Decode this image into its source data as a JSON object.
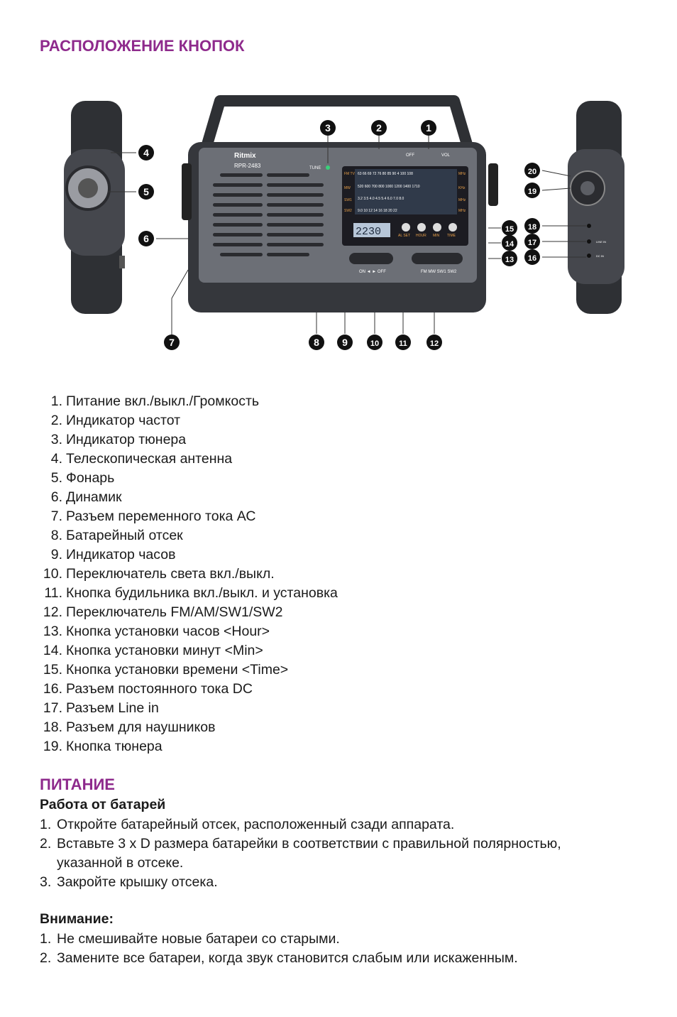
{
  "section1_title": "РАСПОЛОЖЕНИЕ КНОПОК",
  "radio": {
    "brand": "Ritmix",
    "model": "RPR-2483",
    "tune_label": "TUNE",
    "off_label": "OFF",
    "vol_label": "VOL",
    "display": "2230",
    "band_labels": [
      "FM TV",
      "MW",
      "SW1",
      "SW2"
    ],
    "band_units": [
      "MHz",
      "KHz",
      "MHz",
      "MHz"
    ],
    "scale_fm": "63 66 69 72 76 80 85 90 4 100 108",
    "scale_mw": "520 600 700 800 1000 1200 1400 1710",
    "scale_sw1": "3.2 3.5 4.0 4.5 5.4 6.0 7.0 8.0",
    "scale_sw2": "9.0 10 12 14 16 18 20 22",
    "buttons": [
      "AL SET",
      "HOUR",
      "MIN",
      "TIME"
    ],
    "switch_light": "ON ◄ ► OFF",
    "switch_band": "FM MW SW1 SW2",
    "jack_line": "LINE IN",
    "jack_dc": "DC IN"
  },
  "callouts": [
    "1",
    "2",
    "3",
    "4",
    "5",
    "6",
    "7",
    "8",
    "9",
    "10",
    "11",
    "12",
    "13",
    "14",
    "15",
    "16",
    "17",
    "18",
    "19",
    "20"
  ],
  "parts": [
    {
      "num": "1.",
      "text": "Питание вкл./выкл./Громкость"
    },
    {
      "num": "2.",
      "text": "Индикатор частот"
    },
    {
      "num": "3.",
      "text": "Индикатор тюнера"
    },
    {
      "num": "4.",
      "text": "Телескопическая антенна"
    },
    {
      "num": "5.",
      "text": "Фонарь"
    },
    {
      "num": "6.",
      "text": "Динамик"
    },
    {
      "num": "7.",
      "text": "Разъем переменного тока АС"
    },
    {
      "num": "8.",
      "text": "Батарейный отсек"
    },
    {
      "num": "9.",
      "text": "Индикатор часов"
    },
    {
      "num": "10.",
      "text": "Переключатель света вкл./выкл."
    },
    {
      "num": "11.",
      "text": "Кнопка будильника вкл./выкл. и установка"
    },
    {
      "num": "12.",
      "text": "Переключатель FM/AM/SW1/SW2"
    },
    {
      "num": "13.",
      "text": "Кнопка установки часов <Hour>"
    },
    {
      "num": "14.",
      "text": "Кнопка установки минут <Min>"
    },
    {
      "num": "15.",
      "text": "Кнопка установки времени <Time>"
    },
    {
      "num": "16.",
      "text": "Разъем постоянного тока DC"
    },
    {
      "num": "17.",
      "text": "Разъем Line in"
    },
    {
      "num": "18.",
      "text": "Разъем для наушников"
    },
    {
      "num": "19.",
      "text": "Кнопка тюнера"
    }
  ],
  "section2_title": "ПИТАНИЕ",
  "battery_title": "Работа от батарей",
  "battery_steps": [
    {
      "num": "1.",
      "text": "Откройте батарейный отсек, расположенный сзади аппарата."
    },
    {
      "num": "2.",
      "text": "Вставьте 3 х D размера батарейки в соответствии с правильной полярностью, указанной в отсеке."
    },
    {
      "num": "3.",
      "text": "Закройте крышку отсека."
    }
  ],
  "warning_title": "Внимание:",
  "warning_steps": [
    {
      "num": "1.",
      "text": "Не смешивайте новые батареи со старыми."
    },
    {
      "num": "2.",
      "text": "Замените все батареи, когда звук становится слабым  или  искаженным."
    }
  ],
  "colors": {
    "heading": "#8e2a8c",
    "radio_body": "#3b3d42",
    "panel": "#6c6f76",
    "display_bg": "#1c1c22"
  }
}
